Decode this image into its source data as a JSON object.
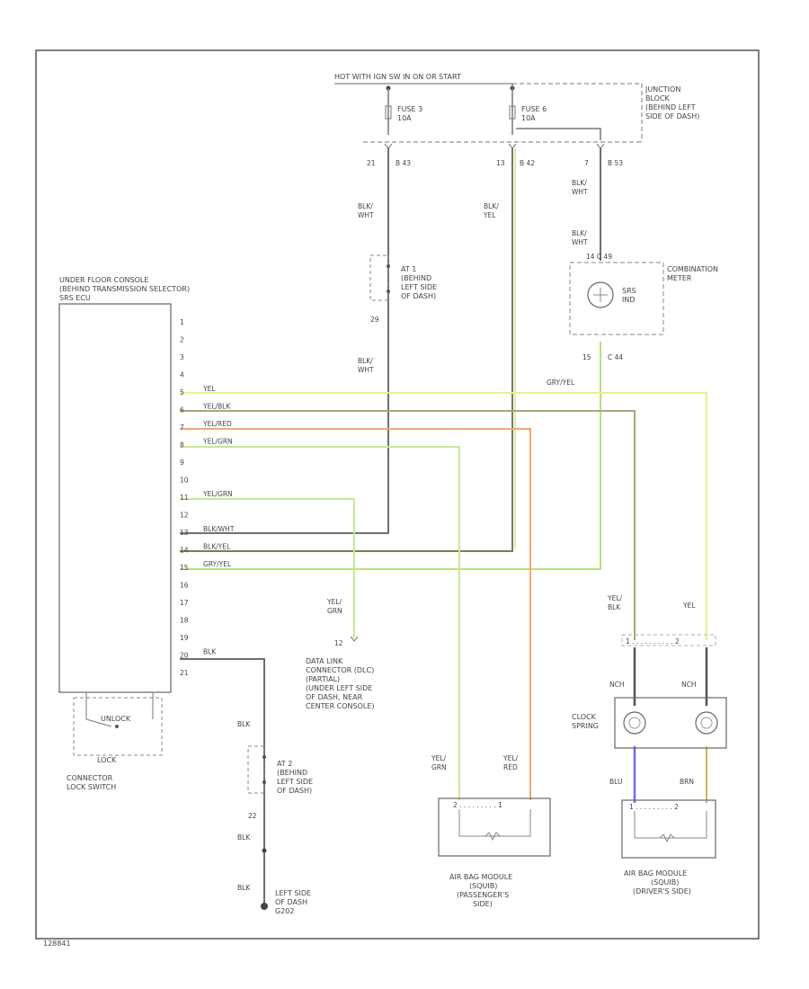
{
  "power": {
    "hot_label": "HOT WITH IGN SW IN ON OR START",
    "fuse3": "FUSE 3",
    "fuse3_amp": "10A",
    "fuse6": "FUSE 6",
    "fuse6_amp": "10A",
    "junction_block": [
      "JUNCTION",
      "BLOCK",
      "(BEHIND LEFT",
      "SIDE OF DASH)"
    ]
  },
  "pins_top": {
    "p1_num": "21",
    "p1_conn": "B 43",
    "p2_num": "13",
    "p2_conn": "B 42",
    "p3_num": "7",
    "p3_conn": "B 53"
  },
  "wires": {
    "blk_wht_1": [
      "BLK/",
      "WHT"
    ],
    "blk_yel": [
      "BLK/",
      "YEL"
    ],
    "blk_wht_2": [
      "BLK/",
      "WHT"
    ],
    "blk_wht_3": [
      "BLK/",
      "WHT"
    ],
    "blk_wht_4": [
      "BLK/",
      "WHT"
    ],
    "gry_yel": "GRY/YEL",
    "yel_grn_dlc": [
      "YEL/",
      "GRN"
    ],
    "yel_blk_clock": [
      "YEL/",
      "BLK"
    ],
    "yel_clock": "YEL",
    "blk_lower": "BLK",
    "blk_lower2": "BLK",
    "blk_lower3": "BLK",
    "yel_grn_pass": [
      "YEL/",
      "GRN"
    ],
    "yel_red_pass": [
      "YEL/",
      "RED"
    ],
    "blu": "BLU",
    "brn": "BRN",
    "nch1": "NCH",
    "nch2": "NCH"
  },
  "joints": {
    "j1": [
      "AT 1",
      "(BEHIND",
      "LEFT SIDE",
      "OF DASH)"
    ],
    "j1_pin": "29",
    "j2": [
      "AT 2",
      "(BEHIND",
      "LEFT SIDE",
      "OF DASH)"
    ],
    "j2_pin": "22"
  },
  "combination_meter": {
    "pins_top": "14  C 49",
    "label": [
      "COMBINATION",
      "METER"
    ],
    "lamp": [
      "SRS",
      "IND"
    ],
    "pins_bottom_num": "15",
    "pins_bottom_conn": "C 44"
  },
  "srs_unit": {
    "title": [
      "UNDER FLOOR CONSOLE",
      "(BEHIND TRANSMISSION SELECTOR)",
      "SRS ECU"
    ],
    "pins": [
      "1",
      "2",
      "3",
      "4",
      "5",
      "6",
      "7",
      "8",
      "9",
      "10",
      "11",
      "12",
      "13",
      "14",
      "15",
      "16",
      "17",
      "18",
      "19",
      "20",
      "21"
    ],
    "wire_labels": {
      "5": "YEL",
      "6": "YEL/BLK",
      "7": "YEL/RED",
      "8": "YEL/GRN",
      "11": "YEL/GRN",
      "13": "BLK/WHT",
      "14": "BLK/YEL",
      "15": "GRY/YEL",
      "20": "BLK"
    }
  },
  "connector_lock": {
    "unlock": "UNLOCK",
    "lock": "LOCK",
    "label": [
      "CONNECTOR",
      "LOCK SWITCH"
    ]
  },
  "dlc": {
    "pin": "12",
    "label": [
      "DATA LINK",
      "CONNECTOR (DLC)",
      "(PARTIAL)",
      "(UNDER LEFT SIDE",
      "OF DASH, NEAR",
      "CENTER CONSOLE)"
    ]
  },
  "clock_spring": {
    "label": [
      "CLOCK",
      "SPRING"
    ],
    "pins": "1 . . . . . . . . . . 2"
  },
  "airbag_pass": {
    "pins": "2 . . . . . . . . . 1",
    "label": [
      "AIR BAG MODULE",
      "(SQUIB)",
      "(PASSENGER'S",
      "SIDE)"
    ]
  },
  "airbag_drv": {
    "pins": "1 . . . . . . . . . 2",
    "label": [
      "AIR BAG MODULE",
      "(SQUIB)",
      "(DRIVER'S SIDE)"
    ]
  },
  "ground": {
    "label": [
      "LEFT SIDE",
      "OF DASH",
      "G202"
    ]
  },
  "footer": {
    "code": "128841"
  },
  "colors": {
    "yel": "#ecef8e",
    "yel_blk": "#a9a77a",
    "yel_red": "#f2a871",
    "yel_grn": "#c7e89a",
    "gry_yel": "#b8e078",
    "blk_wht": "#6f6f6f",
    "blk_yel": "#7d7b55",
    "blu": "#6d6df2",
    "brn": "#d4b05a"
  }
}
